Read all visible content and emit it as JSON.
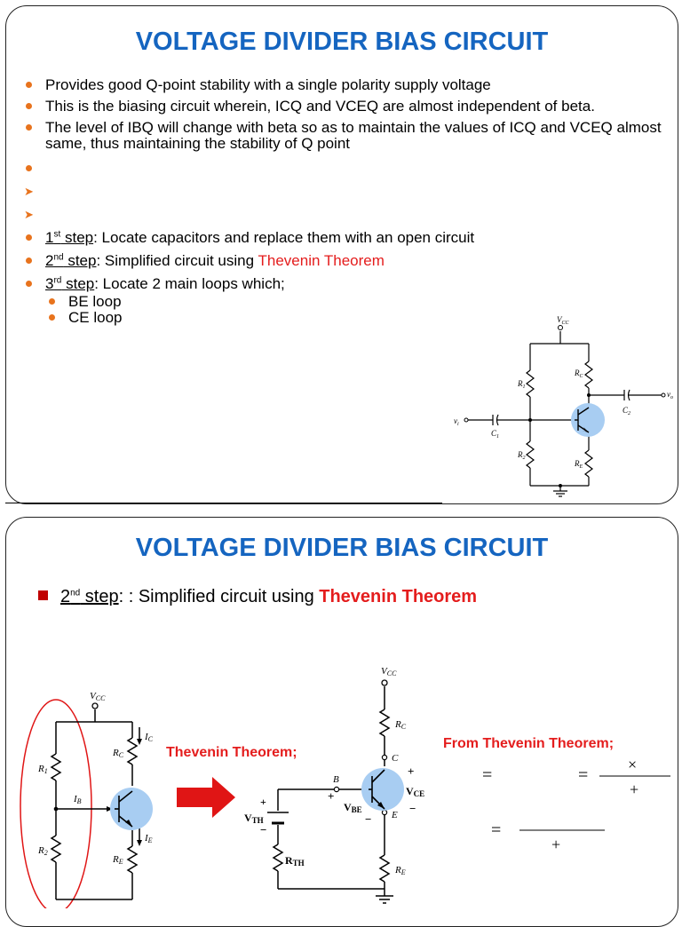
{
  "slide1": {
    "title": "VOLTAGE DIVIDER BIAS CIRCUIT",
    "bullets": [
      "Provides good Q-point stability with a single polarity supply voltage",
      "This is the biasing circuit wherein, ICQ and VCEQ are almost independent of beta.",
      "The level of IBQ will change with beta so as to maintain the values of ICQ and VCEQ almost same, thus maintaining the stability of Q point"
    ],
    "step1": {
      "num": "1",
      "sup": "st",
      "word": " step",
      "text": ": Locate capacitors and replace them with an open circuit"
    },
    "step2": {
      "num": "2",
      "sup": "nd",
      "word": " step",
      "text": ": Simplified circuit using ",
      "highlight": "Thevenin Theorem"
    },
    "step3": {
      "num": "3",
      "sup": "rd",
      "word": " step",
      "text": ": Locate  2 main loops which;"
    },
    "loops": [
      "BE loop",
      "CE loop"
    ],
    "circuit_labels": {
      "vcc": "V",
      "vcc_sub": "CC",
      "r1": "R",
      "r1_sub": "1",
      "r2": "R",
      "r2_sub": "2",
      "rc": "R",
      "rc_sub": "C",
      "re": "R",
      "re_sub": "E",
      "c1": "C",
      "c1_sub": "1",
      "c2": "C",
      "c2_sub": "2",
      "vi": "v",
      "vi_sub": "i",
      "vo": "v",
      "vo_sub": "o"
    }
  },
  "slide2": {
    "title": "VOLTAGE DIVIDER BIAS CIRCUIT",
    "step": {
      "num": "2",
      "sup": "nd",
      "word": " step",
      "text": ": : Simplified circuit using ",
      "highlight": "Thevenin Theorem"
    },
    "thevenin_label": "Thevenin Theorem;",
    "from_label": "From Thevenin Theorem;",
    "left_circuit": {
      "vcc": "V",
      "vcc_sub": "CC",
      "r1": "R",
      "r1_sub": "1",
      "r2": "R",
      "r2_sub": "2",
      "rc": "R",
      "rc_sub": "C",
      "re": "R",
      "re_sub": "E",
      "ic": "I",
      "ic_sub": "C",
      "ie": "I",
      "ie_sub": "E",
      "ib": "I",
      "ib_sub": "B"
    },
    "right_circuit": {
      "vcc": "V",
      "vcc_sub": "CC",
      "rc": "R",
      "rc_sub": "C",
      "re": "R",
      "re_sub": "E",
      "c": "C",
      "b": "B",
      "e": "E",
      "vth": "V",
      "vth_sub": "TH",
      "rth": "R",
      "rth_sub": "TH",
      "vbe": "V",
      "vbe_sub": "BE",
      "vce": "V",
      "vce_sub": "CE",
      "plus": "+",
      "minus": "−"
    },
    "equations": {
      "eq": "=",
      "times": "×",
      "plus": "+"
    }
  },
  "colors": {
    "title_blue": "#1565c0",
    "bullet_orange": "#e8731d",
    "highlight_red": "#e41d1d",
    "transistor_fill": "#a8cdf2",
    "arrow_red": "#e01515"
  }
}
